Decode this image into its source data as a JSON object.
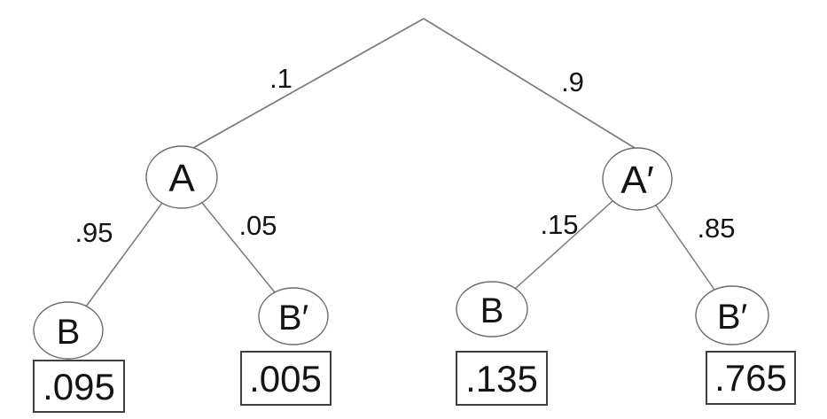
{
  "colors": {
    "background": "#ffffff",
    "line-color": "#7a7a7a",
    "node-stroke": "#6b6b6b",
    "box-stroke": "#3f3f3f",
    "text-color": "#141414"
  },
  "tree": {
    "type": "probability-tree",
    "level1": {
      "branches": [
        {
          "probability": ".1",
          "node": "A"
        },
        {
          "probability": ".9",
          "node": "A′"
        }
      ]
    },
    "level2": {
      "branches": [
        {
          "parent": "A",
          "probability": ".95",
          "node": "B",
          "joint_probability": ".095"
        },
        {
          "parent": "A",
          "probability": ".05",
          "node": "B′",
          "joint_probability": ".005"
        },
        {
          "parent": "A′",
          "probability": ".15",
          "node": "B",
          "joint_probability": ".135"
        },
        {
          "parent": "A′",
          "probability": ".85",
          "node": "B′",
          "joint_probability": ".765"
        }
      ]
    }
  }
}
